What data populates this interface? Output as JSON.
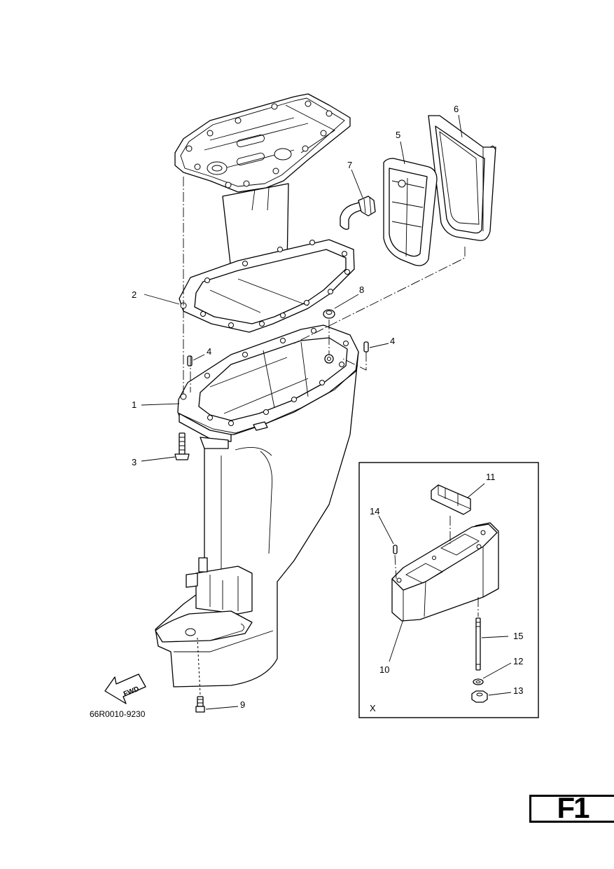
{
  "labels": {
    "p1": "1",
    "p2": "2",
    "p3": "3",
    "p4a": "4",
    "p4b": "4",
    "p5": "5",
    "p6": "6",
    "p7": "7",
    "p8": "8",
    "p9": "9",
    "p10": "10",
    "p11": "11",
    "p12": "12",
    "p13": "13",
    "p14": "14",
    "p15": "15"
  },
  "inset_label": "X",
  "fwd_label": "FWD",
  "drawing_number": "66R0010-9230",
  "figure_label": "F1"
}
